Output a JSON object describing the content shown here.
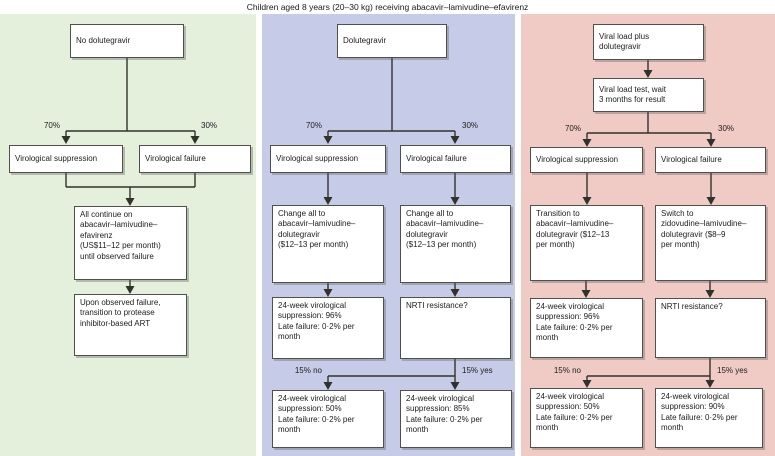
{
  "title": "Children aged 8 years (20–30 kg) receiving abacavir–lamivudine–efavirenz",
  "colors": {
    "panel_no_dtg": "#e4efdc",
    "panel_dtg": "#c6cce7",
    "panel_vl_dtg": "#f0cbc5",
    "box_border": "#50504a",
    "arrow": "#32322c"
  },
  "panels": {
    "no_dolutegravir": {
      "root": "No dolutegravir",
      "pct_left": "70%",
      "pct_right": "30%",
      "suppression": "Virological suppression",
      "failure": "Virological failure",
      "continue_box": "All continue on\nabacavir–lamivudine–\nefavirenz\n(US$11–12 per month)\nuntil observed failure",
      "observed_failure_box": "Upon observed failure,\ntransition to protease\ninhibitor-based ART"
    },
    "dolutegravir": {
      "root": "Dolutegravir",
      "pct_left": "70%",
      "pct_right": "30%",
      "suppression": "Virological suppression",
      "failure": "Virological failure",
      "change_left": "Change all to\nabacavir–lamivudine–\ndolutegravir\n($12–13 per month)",
      "change_right": "Change all to\nabacavir–lamivudine–\ndolutegravir\n($12–13 per month)",
      "result_96": "24-week virological\nsuppression: 96%\nLate failure: 0·2% per\nmonth",
      "nrti": "NRTI resistance?",
      "pct_no": "15% no",
      "pct_yes": "15% yes",
      "result_50": "24-week virological\nsuppression: 50%\nLate failure: 0·2% per\nmonth",
      "result_85": "24-week virological\nsuppression: 85%\nLate failure: 0·2% per\nmonth"
    },
    "viral_load_dolutegravir": {
      "root": "Viral load plus\ndolutegravir",
      "vl_test": "Viral load test, wait\n3 months for result",
      "pct_left": "70%",
      "pct_right": "30%",
      "suppression": "Virological suppression",
      "failure": "Virological failure",
      "transition": "Transition to\nabacavir–lamivudine–\ndolutegravir ($12–13\nper month)",
      "switch": "Switch to\nzidovudine–lamivudine–\ndolutegravir ($8–9\nper month)",
      "result_96": "24-week virological\nsuppression: 96%\nLate failure: 0·2% per\nmonth",
      "nrti": "NRTI resistance?",
      "pct_no": "15% no",
      "pct_yes": "15% yes",
      "result_50": "24-week virological\nsuppression: 50%\nLate failure: 0·2% per\nmonth",
      "result_90": "24-week virological\nsuppression: 90%\nLate failure: 0·2% per\nmonth"
    }
  }
}
